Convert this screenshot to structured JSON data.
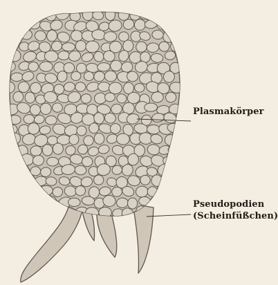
{
  "labels": {
    "plasma": "Plasmakörper",
    "pseudo_line1": "Pseudopodien",
    "pseudo_line2": "(Scheinfüßchen)"
  },
  "colors": {
    "paper": "#f4ede1",
    "body": "#c9c0b3",
    "cell_fill": "#d8d1c6",
    "outline": "#5e5750",
    "ink": "#231c16"
  }
}
